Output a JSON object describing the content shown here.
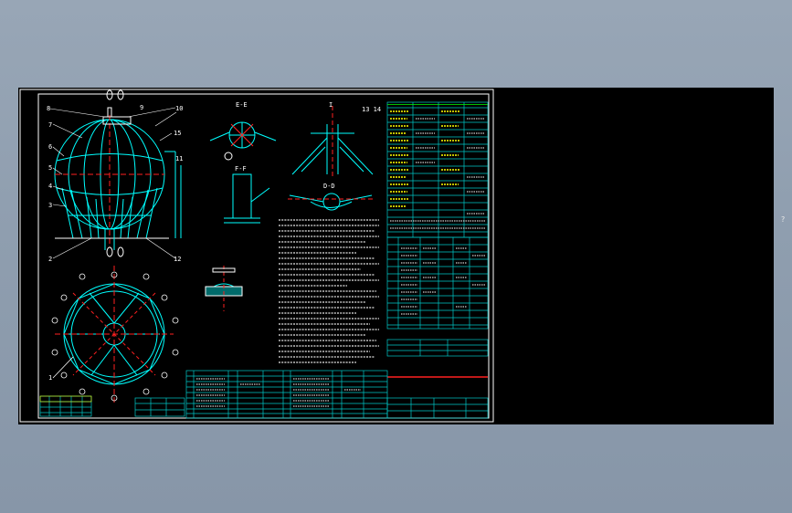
{
  "drawing": {
    "section_ee": "E-E",
    "section_ff": "F-F",
    "section_dd": "D-D",
    "detail_one": "I",
    "callouts_left": [
      "8",
      "7",
      "6",
      "5",
      "4",
      "3"
    ],
    "callouts_right": [
      "9",
      "10",
      "15",
      "11"
    ],
    "callout_2": "2",
    "callout_12": "12",
    "callout_1": "1",
    "callout_13_14": "13  14"
  },
  "cursor_text": "?",
  "colors": {
    "background": "#000000",
    "frame": "#ffffff",
    "geometry": "#00ffff",
    "table": "#00c8c8",
    "table_text_yellow": "#ffff00",
    "highlight_red": "#ff2020",
    "notes_text": "#ffffff"
  },
  "icons": {
    "cursor": "question-cursor-icon"
  }
}
